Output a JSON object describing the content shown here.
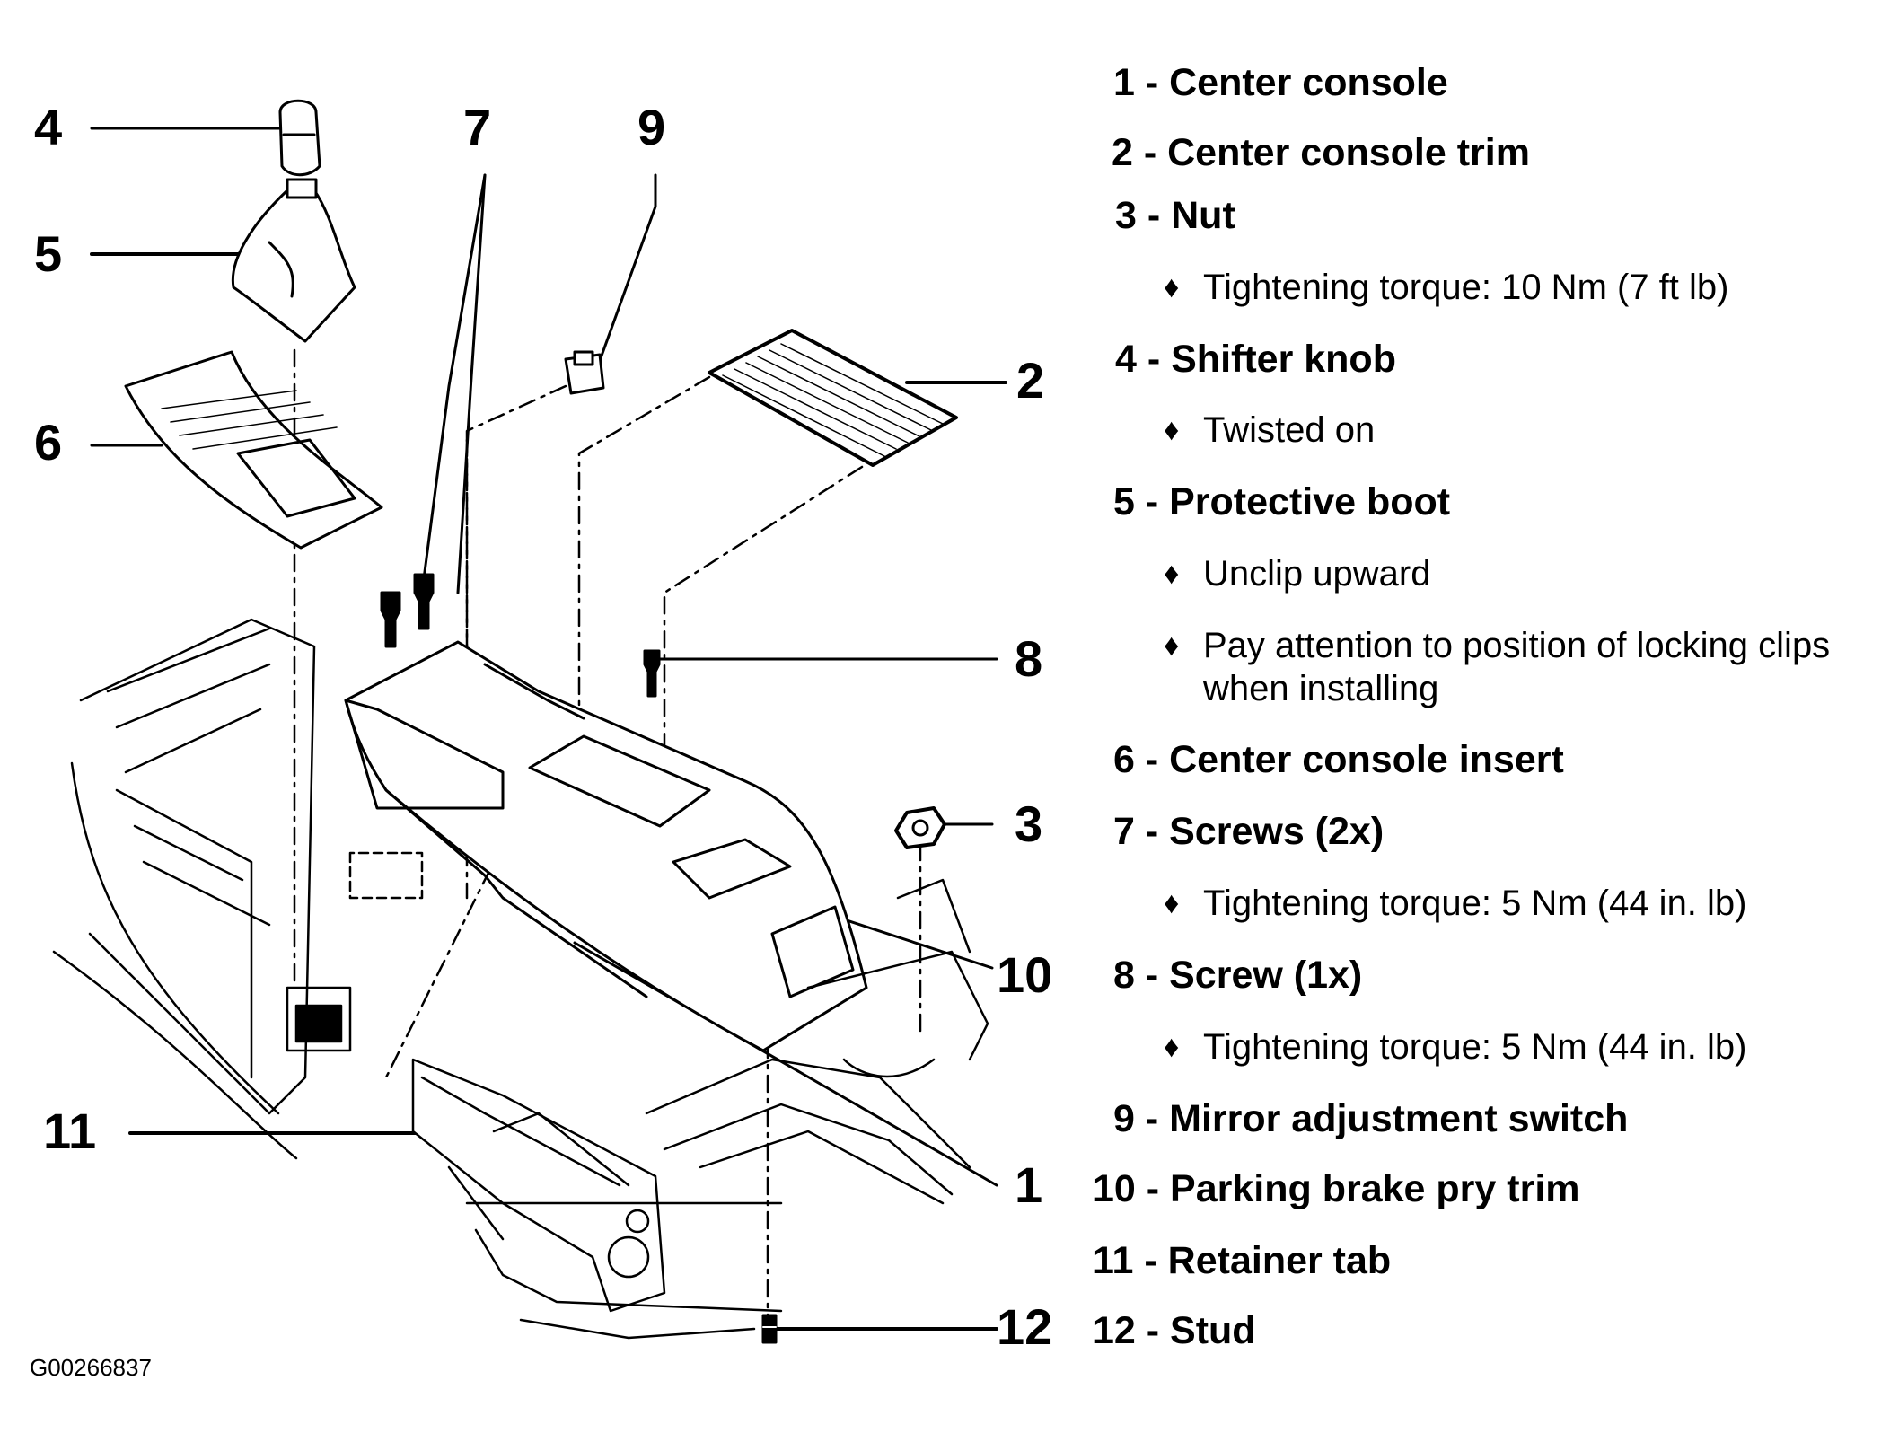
{
  "callouts": {
    "c1": "1",
    "c2": "2",
    "c3": "3",
    "c4": "4",
    "c5": "5",
    "c6": "6",
    "c7": "7",
    "c8": "8",
    "c9": "9",
    "c10": "10",
    "c11": "11",
    "c12": "12"
  },
  "legend": {
    "item1": "1 - Center console",
    "item2": "2 - Center console  trim",
    "item3": "3 - Nut",
    "item3_note": "Tightening torque: 10 Nm (7 ft lb)",
    "item4": "4 - Shifter knob",
    "item4_note": "Twisted on",
    "item5": "5 - Protective boot",
    "item5_note1": "Unclip upward",
    "item5_note2_line1": "Pay attention to position of locking clips",
    "item5_note2_line2": "when installing",
    "item6": "6 - Center console insert",
    "item7": "7 - Screws (2x)",
    "item7_note": "Tightening torque: 5 Nm (44 in. lb)",
    "item8": "8 - Screw (1x)",
    "item8_note": "Tightening torque: 5 Nm (44 in. lb)",
    "item9": "9 - Mirror adjustment switch",
    "item10": "10 - Parking brake pry trim",
    "item11": "11 - Retainer tab",
    "item12": "12 - Stud",
    "bullet_glyph": "♦"
  },
  "figure_id": "G00266837"
}
